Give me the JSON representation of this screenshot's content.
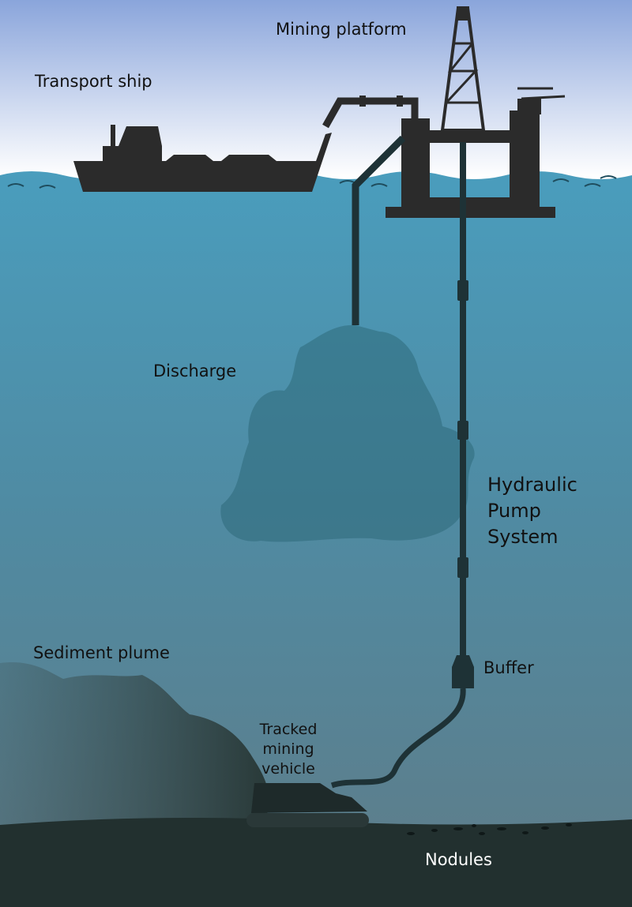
{
  "labels": {
    "mining_platform": "Mining platform",
    "transport_ship": "Transport ship",
    "discharge": "Discharge",
    "hydraulic_pump_system": [
      "Hydraulic",
      "Pump",
      "System"
    ],
    "sediment_plume": "Sediment plume",
    "tracked_mining_vehicle": [
      "Tracked",
      "mining",
      "vehicle"
    ],
    "buffer": "Buffer",
    "nodules": "Nodules"
  },
  "colors": {
    "sky_top": "#8aa5db",
    "sky_bottom": "#ffffff",
    "water_top": "#4a9dbd",
    "water_bottom": "#5f7c88",
    "seabed": "#22302f",
    "silhouette": "#2b2b2b",
    "pipe": "#1e3236"
  }
}
